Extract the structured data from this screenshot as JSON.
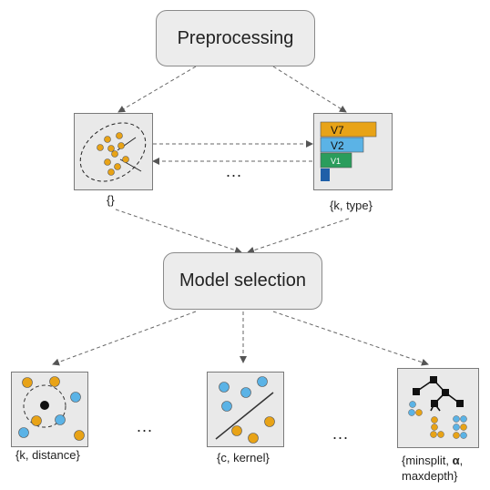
{
  "top_box": {
    "label": "Preprocessing"
  },
  "mid_box": {
    "label": "Model selection"
  },
  "preprocess_left": {
    "label": "{}"
  },
  "preprocess_right": {
    "label": "{k, type}",
    "bars": [
      "V7",
      "V2",
      "V1"
    ]
  },
  "preprocess_ellipsis": "...",
  "models": [
    {
      "label": "{k, distance}"
    },
    {
      "label": "{c, kernel}"
    },
    {
      "label_line1": "{minsplit, ",
      "alpha": "α",
      "label_line1_end": ",",
      "label_line2": "maxdepth}"
    }
  ],
  "models_ellipsis_1": "...",
  "models_ellipsis_2": "...",
  "colors": {
    "orange": "#e8a317",
    "blue": "#5bb3e6",
    "green": "#2a9d5c",
    "darkblue": "#1f5fa8",
    "node": "#111111"
  }
}
